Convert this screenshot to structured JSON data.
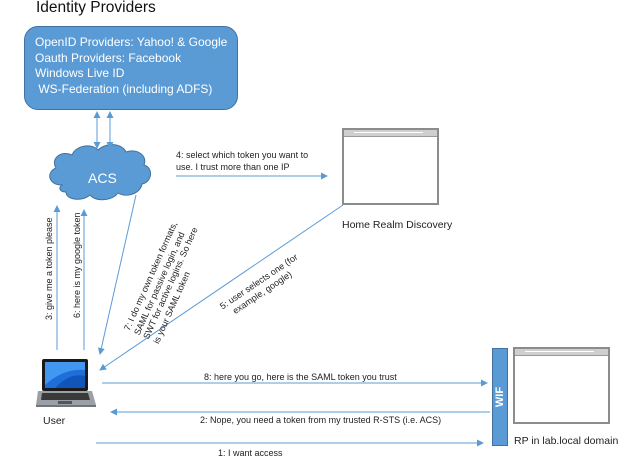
{
  "title": "Identity Providers",
  "identity_providers": [
    "OpenID Providers: Yahoo! & Google",
    "Oauth Providers: Facebook",
    "Windows Live ID",
    " WS-Federation (including ADFS)"
  ],
  "nodes": {
    "acs": "ACS",
    "home_realm": "Home Realm Discovery",
    "user": "User",
    "wif": "WIF",
    "rp": "RP in lab.local domain"
  },
  "steps": {
    "s1": "1: I want access",
    "s2": "2: Nope, you need a token from my trusted R-STS (i.e. ACS)",
    "s3": "3: give me a token please",
    "s4_line1": "4: select which token you want to",
    "s4_line2": "use. I trust more than one IP",
    "s5_line1": "5: user selects one (for",
    "s5_line2": "example, google)",
    "s6": "6: here is my google token",
    "s7_line1": "7: I do my own token formats,",
    "s7_line2": "SAML for passive login, and",
    "s7_line3": "SWT for active logins. So here",
    "s7_line4": "is your SAML token",
    "s8": "8: here you go, here is the SAML token you trust"
  },
  "colors": {
    "accent": "#5b9bd5",
    "accent_border": "#41719c",
    "arrow": "#5b9bd5"
  }
}
